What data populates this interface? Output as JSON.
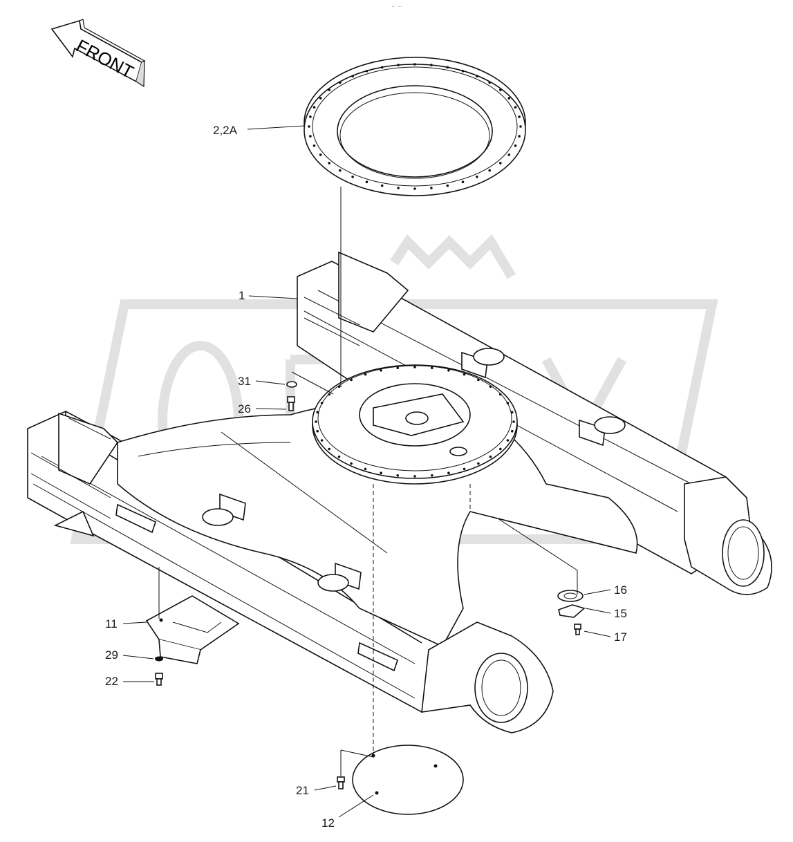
{
  "header": {
    "dots": "·· ···"
  },
  "front_arrow": {
    "label": "FRONT"
  },
  "watermark": {
    "text": "OPEX"
  },
  "callouts": {
    "c1": "1",
    "c2": "2,2A",
    "c11": "11",
    "c12": "12",
    "c15": "15",
    "c16": "16",
    "c17": "17",
    "c21": "21",
    "c22": "22",
    "c26": "26",
    "c29": "29",
    "c31": "31"
  }
}
